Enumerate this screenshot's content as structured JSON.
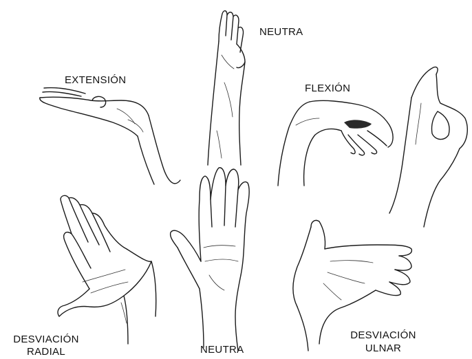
{
  "labels": {
    "neutral_top": "NEUTRA",
    "extension": "EXTENSIÓN",
    "flexion": "FLEXIÓN",
    "radial_deviation_line1": "DESVIACIÓN",
    "radial_deviation_line2": "RADIAL",
    "neutral_bottom": "NEUTRA",
    "ulnar_deviation_line1": "DESVIACIÓN",
    "ulnar_deviation_line2": "ULNAR"
  },
  "colors": {
    "background": "#ffffff",
    "ink": "#1a1a1a"
  }
}
